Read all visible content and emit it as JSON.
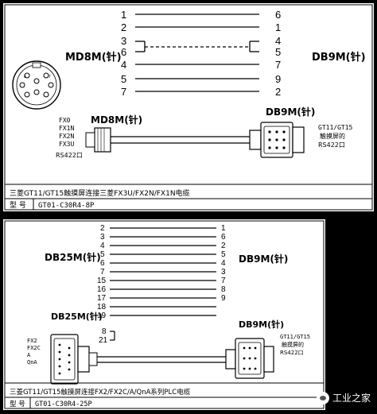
{
  "top": {
    "left_pins": [
      "1",
      "2",
      "3",
      "6",
      "4",
      "5",
      "7"
    ],
    "right_pins": [
      "6",
      "1",
      "4",
      "5",
      "7",
      "9",
      "2"
    ],
    "md8m_label": "MD8M(针)",
    "db9m_label": "DB9M(针)",
    "plug_md8m_label": "MD8M(针)",
    "plug_db9m_label": "DB9M(针)",
    "fx_labels": [
      "FX0",
      "FX1N",
      "FX2N",
      "FX3U"
    ],
    "rs422_label": "RS422口",
    "gt_label_1": "GT11/GT15",
    "gt_label_2": "触摸屏的",
    "gt_label_3": "RS422口",
    "caption": "三菱GT11/GT15触摸屏连接三菱FX3U/FX2N/FX1N电缆",
    "model_label": "型 号",
    "model_value": "GT01-C30R4-8P"
  },
  "bottom": {
    "left_pins": [
      "2",
      "3",
      "4",
      "5",
      "6",
      "7",
      "15",
      "16",
      "17",
      "18",
      "19",
      "8",
      "21"
    ],
    "right_pins": [
      "1",
      "6",
      "2",
      "5",
      "4",
      "3",
      "7",
      "8",
      "9"
    ],
    "db25m_label": "DB25M(针)",
    "db9m_label": "DB9M(针)",
    "plug_db25m_label": "DB25M(针)",
    "plug_db9m_label": "DB9M(针)",
    "fx_labels": [
      "FX2",
      "FX2C",
      "A",
      "QnA"
    ],
    "gt_label_1": "GT11/GT15",
    "gt_label_2": "触摸屏的",
    "gt_label_3": "RS422口",
    "caption": "三菱GT11/GT15触摸屏连接FX2/FX2C/A/QnA系列PLC电缆",
    "model_label": "型 号",
    "model_value": "GT01-C30R4-25P"
  },
  "watermark": "工业之家"
}
